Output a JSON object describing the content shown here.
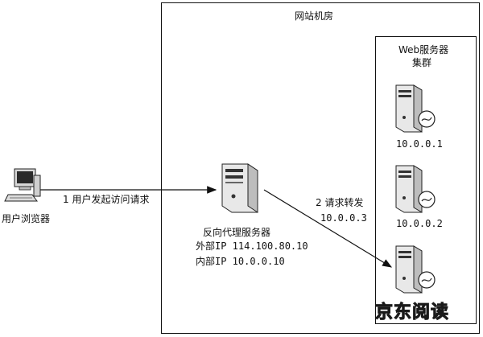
{
  "room_label": "网站机房",
  "cluster_label_line1": "Web服务器",
  "cluster_label_line2": "集群",
  "client_label": "用户浏览器",
  "step1_label": "1 用户发起访问请求",
  "proxy": {
    "title": "反向代理服务器",
    "external_ip": "外部IP 114.100.80.10",
    "internal_ip": "内部IP 10.0.0.10"
  },
  "step2_label": "2 请求转发",
  "step2_ip": "10.0.0.3",
  "servers": [
    {
      "ip": "10.0.0.1"
    },
    {
      "ip": "10.0.0.2"
    }
  ],
  "watermark": "京东阅读",
  "colors": {
    "line": "#111111",
    "server_body": "#e8e8e8",
    "server_dark": "#333333"
  }
}
